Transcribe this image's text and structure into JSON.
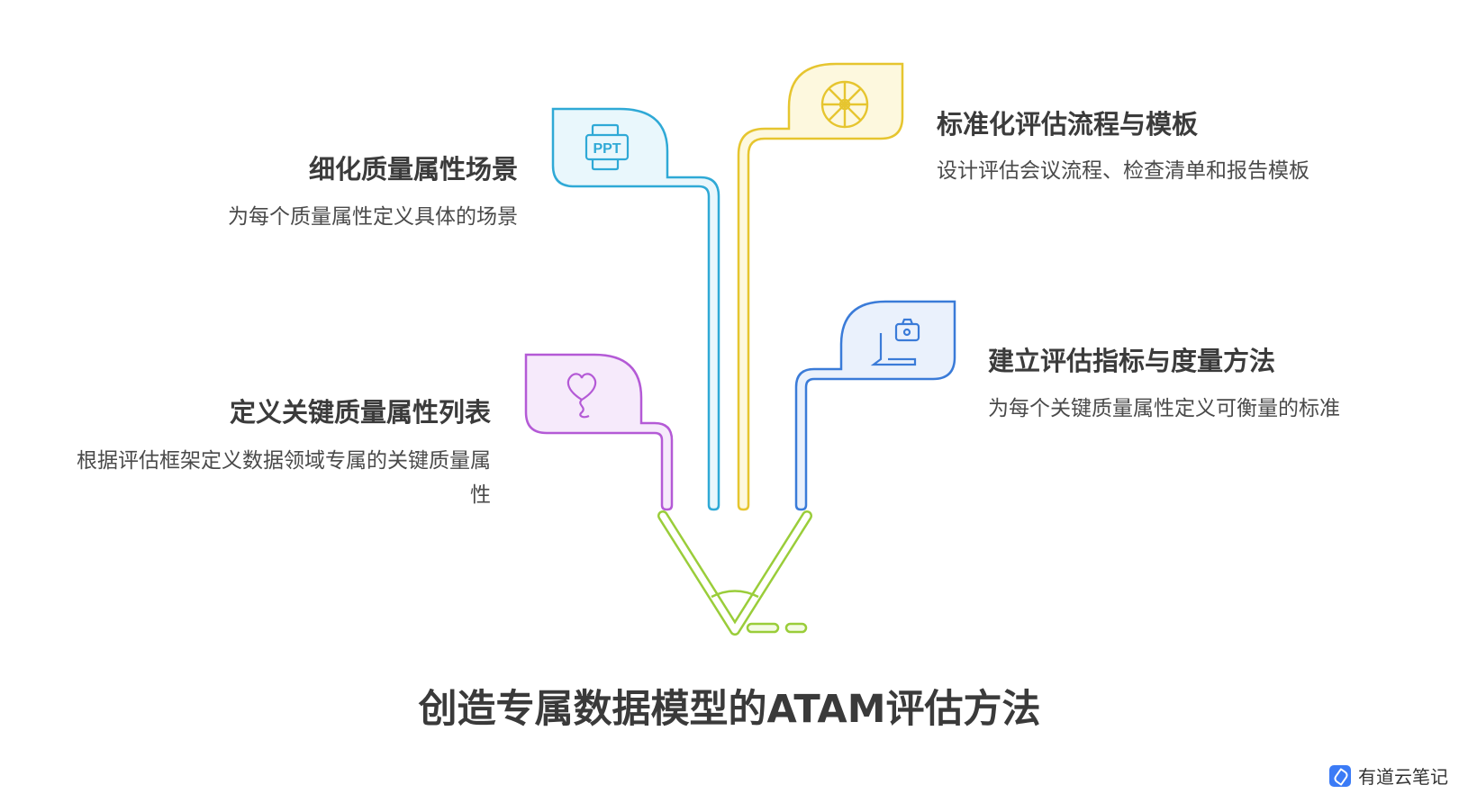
{
  "title": "创造专属数据模型的ATAM评估方法",
  "nodes": [
    {
      "id": "refine",
      "title": "细化质量属性场景",
      "desc": "为每个质量属性定义具体的场景",
      "icon": "ppt-icon",
      "color": "#2fa9d6",
      "fill": "#e9f7fc"
    },
    {
      "id": "standard",
      "title": "标准化评估流程与模板",
      "desc": "设计评估会议流程、检查清单和报告模板",
      "icon": "wheel-icon",
      "color": "#e6c52f",
      "fill": "#fdf8de"
    },
    {
      "id": "metrics",
      "title": "建立评估指标与度量方法",
      "desc": "为每个关键质量属性定义可衡量的标准",
      "icon": "laptop-camera-icon",
      "color": "#3a7bd8",
      "fill": "#eaf1fc"
    },
    {
      "id": "define",
      "title": "定义关键质量属性列表",
      "desc": "根据评估框架定义数据领域专属的关键质量属性",
      "icon": "heart-balloon-icon",
      "color": "#b45ad6",
      "fill": "#f6eafb"
    }
  ],
  "funnel_color": "#9acd3a",
  "watermark": "有道云笔记"
}
